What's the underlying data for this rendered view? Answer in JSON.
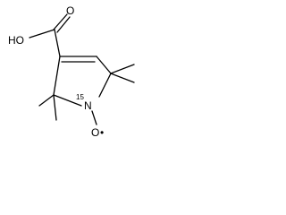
{
  "molecule": {
    "labels": {
      "carboxyl": "HO",
      "carbonyl_oxygen": "O",
      "nitrogen_isotope": "15",
      "nitrogen": "N",
      "oxyl": "O",
      "radical": "•"
    }
  }
}
